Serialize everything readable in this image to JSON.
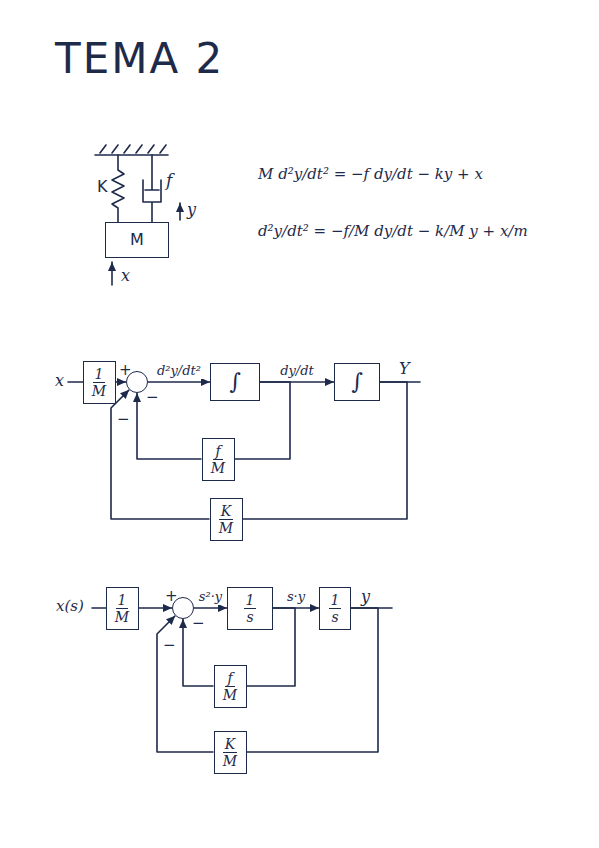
{
  "diagram": {
    "title": "TEMA 2",
    "nodes": [
      {
        "text": [
          "M"
        ]
      },
      {
        "text": [
          "1",
          "M"
        ]
      },
      {
        "text": [
          "+",
          "−",
          "−"
        ]
      },
      {
        "text": [
          "∫"
        ]
      },
      {
        "text": [
          "∫"
        ]
      },
      {
        "text": [
          "f",
          "M"
        ]
      },
      {
        "text": [
          "K",
          "M"
        ]
      },
      {
        "text": [
          "1",
          "M"
        ]
      },
      {
        "text": [
          "+",
          "−",
          "−"
        ]
      },
      {
        "text": [
          "1",
          "s"
        ]
      },
      {
        "text": [
          "1",
          "s"
        ]
      },
      {
        "text": [
          "f",
          "M"
        ]
      },
      {
        "text": [
          "K",
          "M"
        ]
      }
    ],
    "edges": [
      {
        "from": 1,
        "to": 2,
        "arrow": "to"
      },
      {
        "from": 2,
        "to": 3,
        "label": "d²y/dt²",
        "arrow": "to"
      },
      {
        "from": 3,
        "to": 4,
        "label": "dy/dt",
        "arrow": "to"
      },
      {
        "from": 3,
        "to": 5,
        "arrow": "none"
      },
      {
        "from": 5,
        "to": 2,
        "arrow": "to"
      },
      {
        "from": 4,
        "to": 6,
        "arrow": "none"
      },
      {
        "from": 6,
        "to": 2,
        "arrow": "to"
      },
      {
        "from": 7,
        "to": 8,
        "arrow": "to"
      },
      {
        "from": 8,
        "to": 9,
        "label": "s²·y",
        "arrow": "to"
      },
      {
        "from": 9,
        "to": 10,
        "label": "s·y",
        "arrow": "to"
      },
      {
        "from": 9,
        "to": 11,
        "arrow": "none"
      },
      {
        "from": 11,
        "to": 8,
        "arrow": "to"
      },
      {
        "from": 10,
        "to": 12,
        "arrow": "none"
      },
      {
        "from": 12,
        "to": 8,
        "arrow": "to"
      }
    ],
    "labels": [
      "K",
      "f",
      "y",
      "x",
      "M d²y/dt² = −f dy/dt − ky + x",
      "d²y/dt² = −f/M dy/dt − k/M y + x/m",
      "x",
      "Y",
      "x(s)",
      "y"
    ]
  }
}
